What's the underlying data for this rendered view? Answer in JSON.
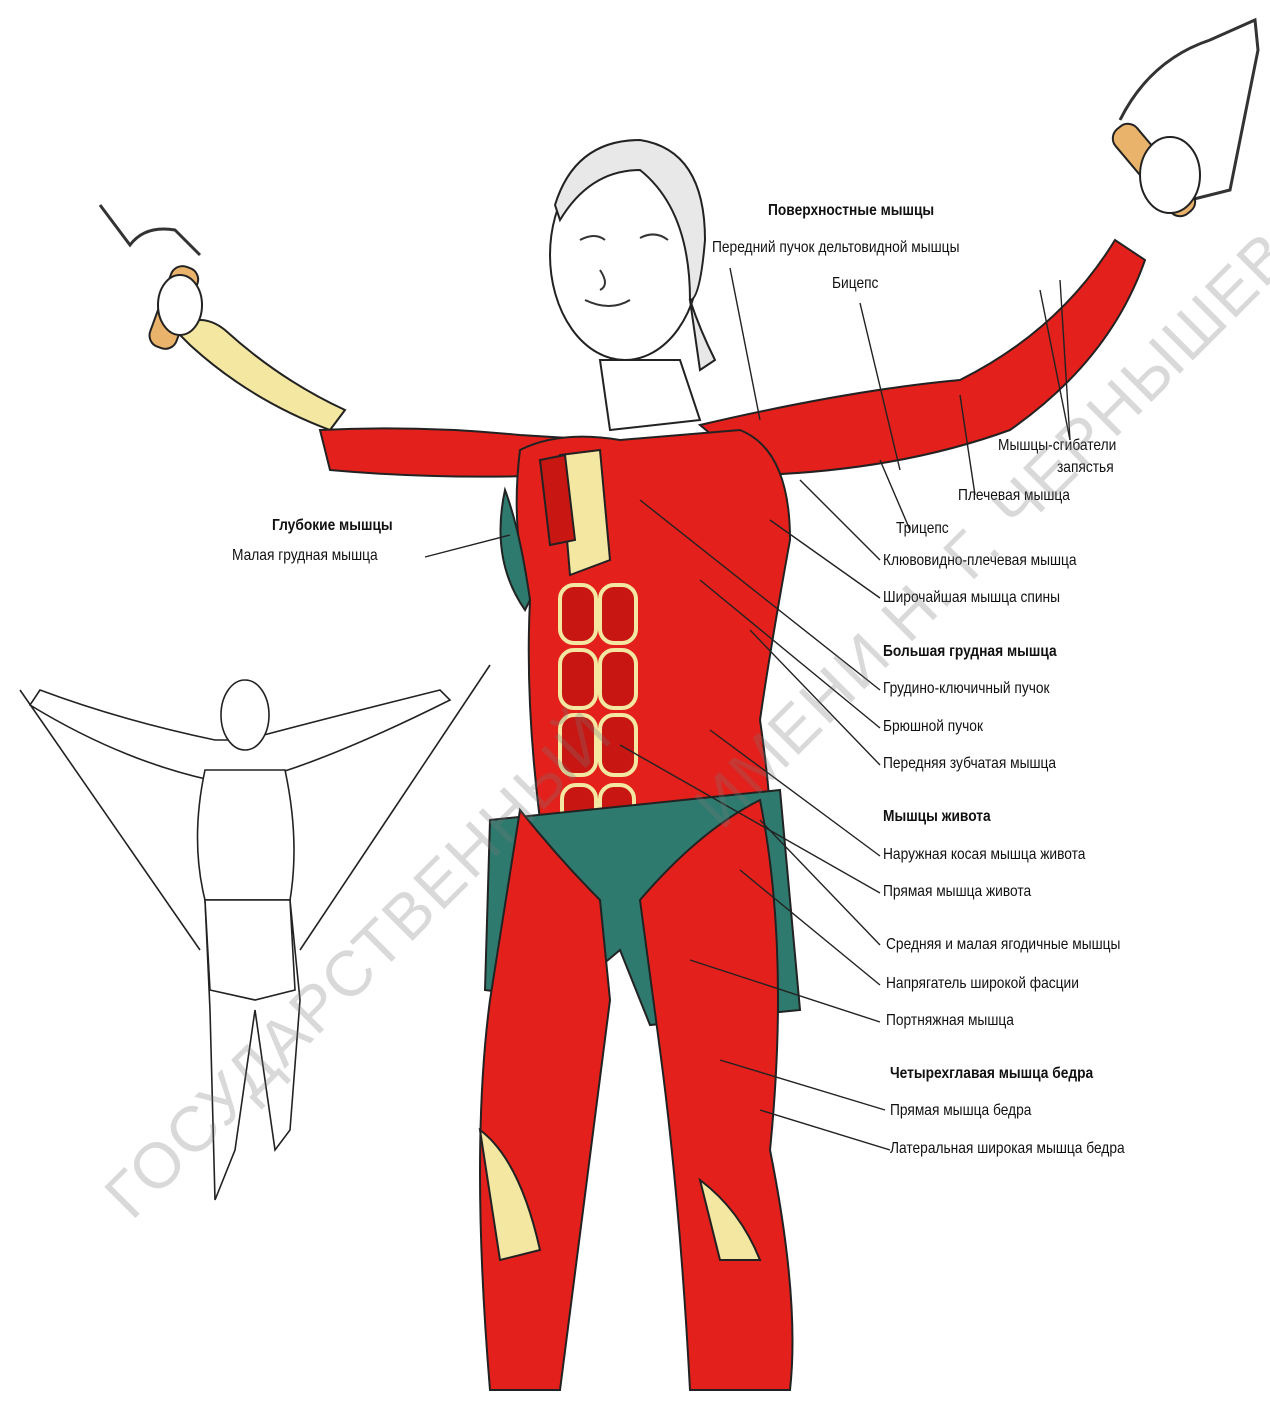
{
  "colors": {
    "muscle": "#e3201b",
    "tendon": "#f3e7a2",
    "shadow": "#2f7a6e",
    "line": "#222222"
  },
  "labels": {
    "superficial_heading": "Поверхностные мышцы",
    "anterior_deltoid": "Передний пучок дельтовидной мышцы",
    "biceps": "Бицепс",
    "wrist_flexors_1": "Мышцы-сгибатели",
    "wrist_flexors_2": "запястья",
    "brachialis": "Плечевая мышца",
    "triceps": "Трицепс",
    "coracobrachialis": "Клювовидно-плечевая мышца",
    "latissimus": "Широчайшая мышца спины",
    "pectoralis_major_heading": "Большая грудная мышца",
    "sternoclavicular": "Грудино-ключичный пучок",
    "abdominal_head": "Брюшной пучок",
    "serratus": "Передняя зубчатая мышца",
    "abdominals_heading": "Мышцы живота",
    "external_oblique": "Наружная косая мышца живота",
    "rectus_abdominis": "Прямая мышца живота",
    "gluteus": "Средняя и малая ягодичные мышцы",
    "tfl": "Напрягатель широкой фасции",
    "sartorius": "Портняжная мышца",
    "quadriceps_heading": "Четырехглавая мышца бедра",
    "rectus_femoris": "Прямая мышца бедра",
    "vastus_lateralis": "Латеральная широкая мышца бедра",
    "deep_heading": "Глубокие мышцы",
    "pectoralis_minor": "Малая грудная мышца"
  },
  "watermark": {
    "part1": "ГОСУДАРСТВЕННЫЙ",
    "part2": "ИМЕНИ Н. Г. ЧЕРНЫШЕВСКОГО"
  }
}
